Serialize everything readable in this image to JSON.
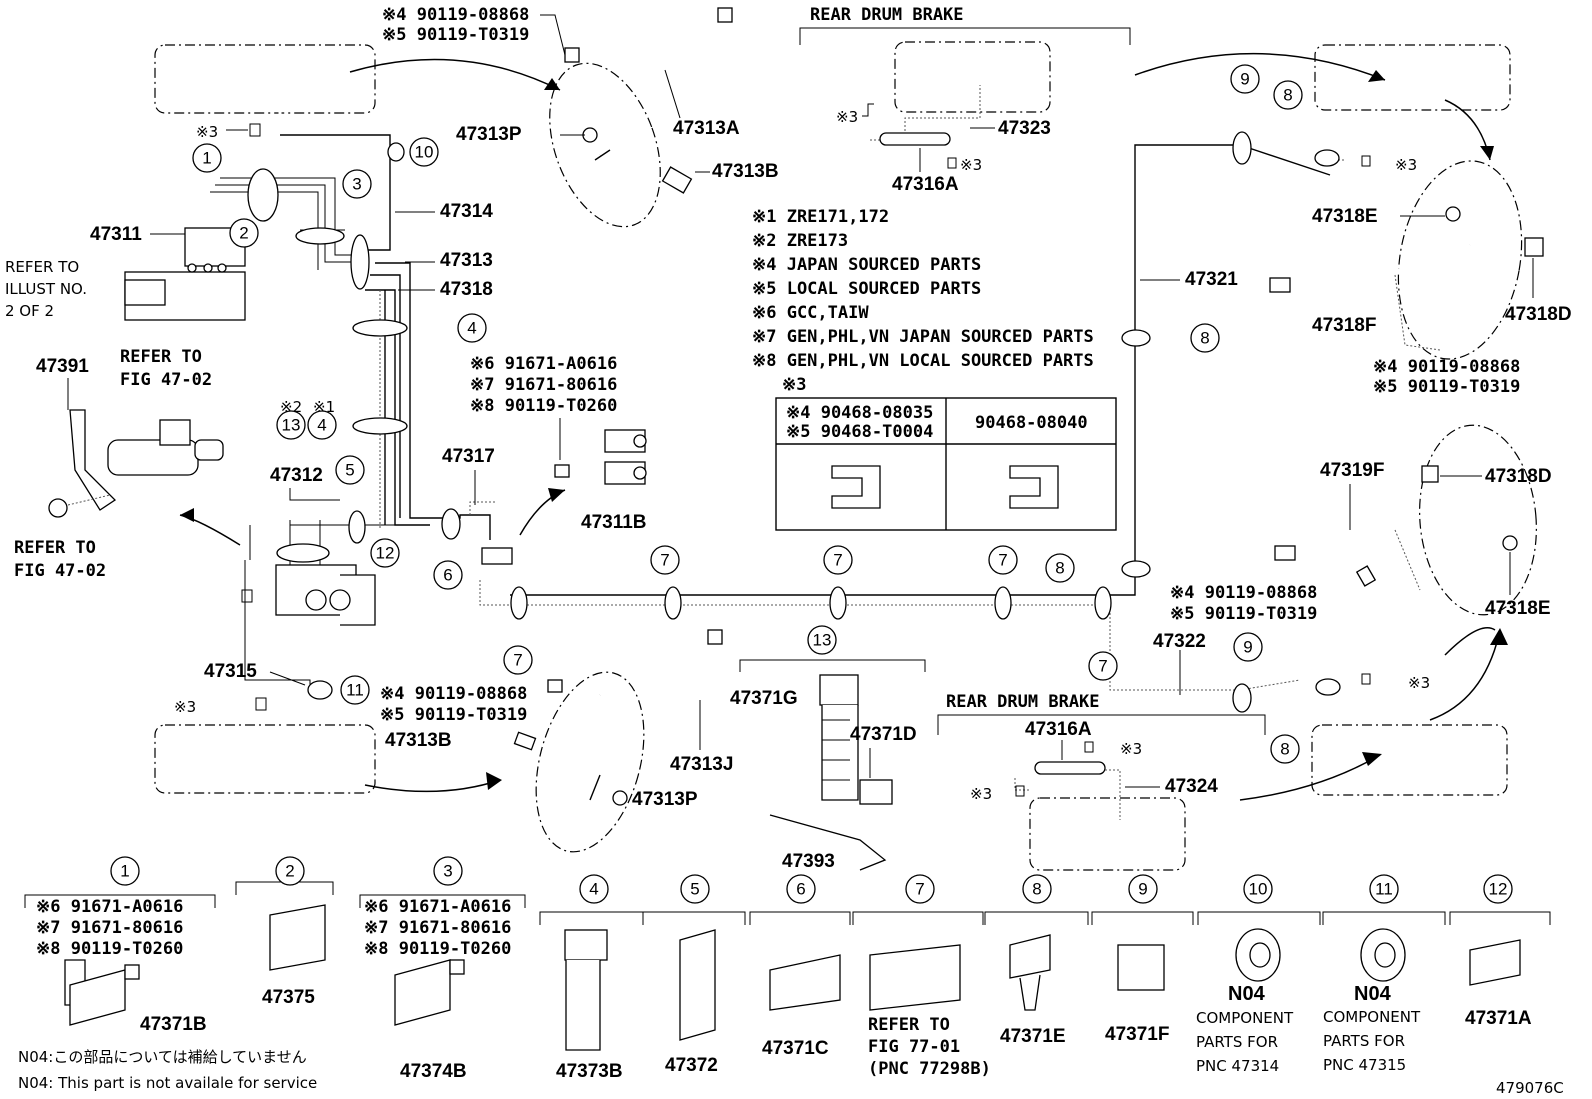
{
  "diagram_id": "479076C",
  "section_labels": {
    "rear_drum_brake_top": "REAR DRUM BRAKE",
    "rear_drum_brake_bottom": "REAR DRUM BRAKE"
  },
  "refer_notes": {
    "illust_line1": "REFER TO",
    "illust_line2": "ILLUST NO.",
    "illust_line3": "2 OF 2",
    "fig4702_top_line1": "REFER TO",
    "fig4702_top_line2": "FIG 47-02",
    "fig4702_bottom_line1": "REFER TO",
    "fig4702_bottom_line2": "FIG 47-02",
    "fig7701_line1": "REFER TO",
    "fig7701_line2": "FIG 77-01",
    "fig7701_line3": "(PNC 77298B)"
  },
  "legend": [
    "※1 ZRE171,172",
    "※2 ZRE173",
    "※4 JAPAN SOURCED PARTS",
    "※5 LOCAL SOURCED PARTS",
    "※6 GCC,TAIW",
    "※7 GEN,PHL,VN  JAPAN SOURCED PARTS",
    "※8 GEN,PHL,VN  LOCAL SOURCED PARTS"
  ],
  "clip_table": {
    "title": "※3",
    "left_line1": "※4 90468-08035",
    "left_line2": "※5 90468-T0004",
    "right": "90468-08040"
  },
  "bolt_notes": {
    "top_left_a": "※4 90119-08868",
    "top_left_b": "※5 90119-T0319",
    "right_upper_a": "※4 90119-08868",
    "right_upper_b": "※5 90119-T0319",
    "right_lower_a": "※4 90119-08868",
    "right_lower_b": "※5 90119-T0319",
    "mid_left_a": "※4 90119-08868",
    "mid_left_b": "※5 90119-T0319",
    "clamp_a": "※6 91671-A0616",
    "clamp_b": "※7 91671-80616",
    "clamp_c": "※8 90119-T0260",
    "note2": "※2",
    "note1": "※1",
    "x3": "※3"
  },
  "parts": {
    "p47313P_top": "47313P",
    "p47313A": "47313A",
    "p47313B_top": "47313B",
    "p47323": "47323",
    "p47316A_top": "47316A",
    "p47314": "47314",
    "p47313": "47313",
    "p47318": "47318",
    "p47311": "47311",
    "p47321": "47321",
    "p47318E_top": "47318E",
    "p47318F": "47318F",
    "p47318D_top": "47318D",
    "p47391": "47391",
    "p47317": "47317",
    "p47311B": "47311B",
    "p47312": "47312",
    "p47319F": "47319F",
    "p47318D_bot": "47318D",
    "p47318E_bot": "47318E",
    "p47315": "47315",
    "p47313B_bot": "47313B",
    "p47313J": "47313J",
    "p47313P_bot": "47313P",
    "p47371G": "47371G",
    "p47371D": "47371D",
    "p47393": "47393",
    "p47322": "47322",
    "p47316A_bot": "47316A",
    "p47324": "47324"
  },
  "bottom_parts": {
    "c1_a": "※6 91671-A0616",
    "c1_b": "※7 91671-80616",
    "c1_c": "※8 90119-T0260",
    "c1_part": "47371B",
    "c2_part": "47375",
    "c3_a": "※6 91671-A0616",
    "c3_b": "※7 91671-80616",
    "c3_c": "※8 90119-T0260",
    "c3_part": "47374B",
    "c4_part": "47373B",
    "c5_part": "47372",
    "c6_part": "47371C",
    "c8_part": "47371E",
    "c9_part": "47371F",
    "c10_code": "N04",
    "c10_l1": "COMPONENT",
    "c10_l2": "PARTS FOR",
    "c10_l3": "PNC 47314",
    "c11_code": "N04",
    "c11_l1": "COMPONENT",
    "c11_l2": "PARTS FOR",
    "c11_l3": "PNC 47315",
    "c12_part": "47371A"
  },
  "footnotes": {
    "jp": "N04:この部品については補給していません",
    "en": "N04: This part is not availale for service"
  },
  "callout_numbers": [
    "1",
    "2",
    "3",
    "4",
    "5",
    "6",
    "7",
    "8",
    "9",
    "10",
    "11",
    "12",
    "13"
  ]
}
